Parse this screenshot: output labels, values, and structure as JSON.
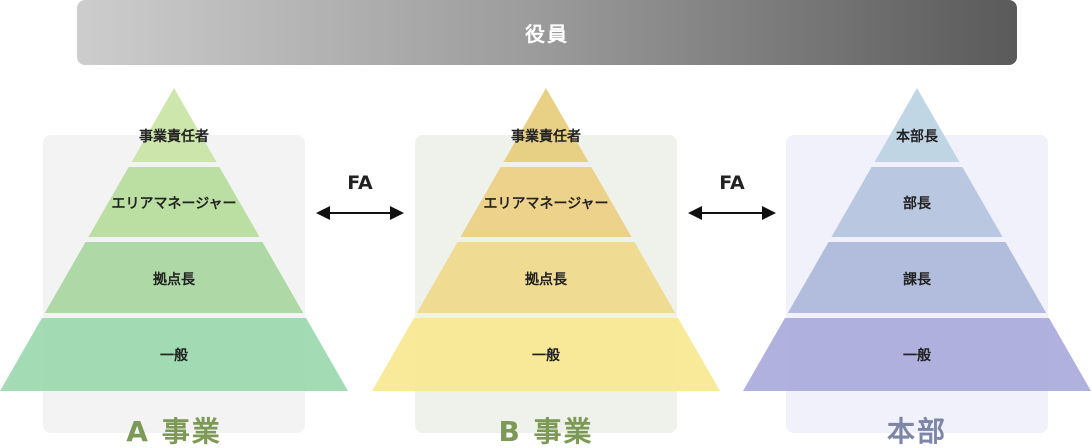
{
  "header": {
    "title": "役員"
  },
  "pyramids": [
    {
      "id": "a",
      "title": "A 事業",
      "title_color": "#7c9a56",
      "colors": [
        "#c9e4a4",
        "#b6dc9c",
        "#a8d7a0",
        "#9bd8ae"
      ],
      "tiers": [
        "事業責任者",
        "エリアマネージャー",
        "拠点長",
        "一般"
      ]
    },
    {
      "id": "b",
      "title": "B 事業",
      "title_color": "#7c9a56",
      "colors": [
        "#e6cd7a",
        "#eccf82",
        "#f0d98a",
        "#f8e891"
      ],
      "tiers": [
        "事業責任者",
        "エリアマネージャー",
        "拠点長",
        "一般"
      ]
    },
    {
      "id": "c",
      "title": "本部",
      "title_color": "#7d86a6",
      "colors": [
        "#bcd2e2",
        "#b5c3de",
        "#adb8db",
        "#aaaadc"
      ],
      "tiers": [
        "本部長",
        "部長",
        "課長",
        "一般"
      ]
    }
  ],
  "connectors": [
    {
      "label": "FA",
      "icon": "double-arrow-icon"
    },
    {
      "label": "FA",
      "icon": "double-arrow-icon"
    }
  ]
}
